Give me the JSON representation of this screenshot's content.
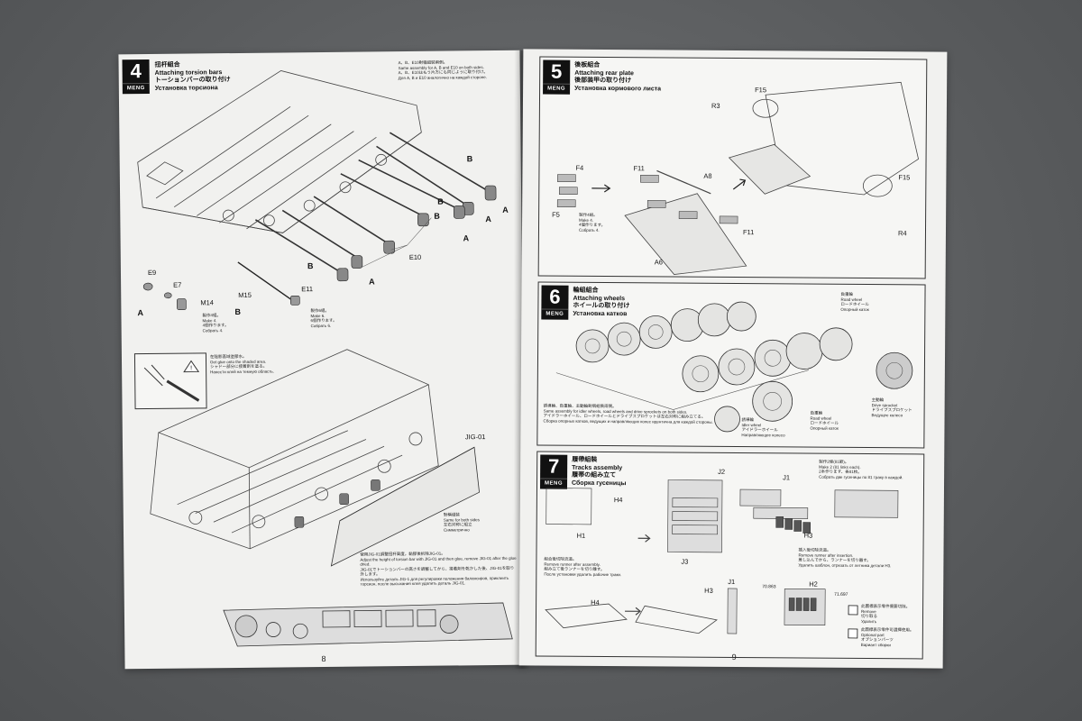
{
  "booklet": {
    "brand": "MENG",
    "left_page_number": "8",
    "right_page_number": "9"
  },
  "steps": [
    {
      "number": "4",
      "titles": [
        "扭杆組合",
        "Attaching torsion bars",
        "トーションバーの取り付け",
        "Установка торсиона"
      ],
      "note_top": [
        "A、B、E10對稱組裝兩側。",
        "Same assembly for A, B and E10 on both sides.",
        "A、B、E10はもう片方にも同じように取り付け。",
        "Для A, B и E10 аналогично на каждой стороне."
      ],
      "labels": [
        "B",
        "B",
        "B",
        "A",
        "A",
        "A",
        "B",
        "A",
        "E10",
        "E9",
        "E7",
        "M14",
        "A",
        "M15",
        "B",
        "E11",
        "JIG-01"
      ],
      "make_note_1": [
        "製作4組。",
        "Make 4.",
        "4個作ります。",
        "Собрать 4."
      ],
      "make_note_2": [
        "製作6組。",
        "Make 6.",
        "6個作ります。",
        "Собрать 6."
      ],
      "glue_note": [
        "在陰影區域塗膠水。",
        "Get glue onto the shaded area.",
        "シャドー部分に接着剤を塗る。",
        "Нанести клей на темную область."
      ],
      "both_sides_note": [
        "對稱組裝",
        "Same for both sides",
        "左右対称に組立",
        "Симметрично"
      ],
      "jig_note": [
        "使用JIG-01調整扭杆高度，黏膠後拆除JIG-01。",
        "Adjust the height of torsion bar with JIG-01 and then glue, remove JIG-01 after the glue dried.",
        "JIG-01でトーションバーの高さを調整してから、接着剤を乾かした後、JIG-01を取り外します。",
        "Используйте деталь JIG-1 для регулировки положения балансиров, приклеить торсион, после высыхания клея удалить деталь JIG-01."
      ]
    },
    {
      "number": "5",
      "titles": [
        "後板組合",
        "Attaching rear plate",
        "後部装甲の取り付け",
        "Установка кормового листа"
      ],
      "labels": [
        "F15",
        "R3",
        "F4",
        "F5",
        "F11",
        "A8",
        "F15",
        "F11",
        "A6",
        "R4"
      ],
      "make_note": [
        "製作4組。",
        "Make 4.",
        "4個作ります。",
        "Собрать 4."
      ]
    },
    {
      "number": "6",
      "titles": [
        "輪組組合",
        "Attaching wheels",
        "ホイールの取り付け",
        "Установка катков"
      ],
      "road_wheel": [
        "負重輪",
        "Road wheel",
        "ロードホイール",
        "Опорный каток"
      ],
      "idler_wheel": [
        "誘導輪",
        "Idler wheel",
        "アイドラーホイール",
        "Направляющее колесо"
      ],
      "drive_sprocket": [
        "主動輪",
        "Drive sprocket",
        "ドライブスプロケット",
        "Ведущее колесо"
      ],
      "sides_note": [
        "誘導輪、負重輪、主動輪對稱組裝兩側。",
        "Same assembly for idler wheels, road wheels and drive sprockets on both sides.",
        "アイドラーホイール、ロードホイールとドライブスプロケットは左右対称に組み立てる。",
        "Сборка опорных катков, ведущих и направляющих колес идентична для каждой стороны."
      ]
    },
    {
      "number": "7",
      "titles": [
        "履帶組裝",
        "Tracks assembly",
        "履帯の組み立て",
        "Сборка гусеницы"
      ],
      "labels": [
        "H4",
        "H1",
        "J2",
        "J1",
        "H3",
        "J3",
        "J1",
        "H3",
        "H4",
        "H2"
      ],
      "make_note": [
        "製作2條(81節)。",
        "Make 2 (81 links each).",
        "2本作ります、各81枚。",
        "Собрать две гусеницы по 81 траку в каждой."
      ],
      "runner_note": [
        "組合後切除流道。",
        "Remove runner after assembly.",
        "組み立て後ランナーを切り離す。",
        "После установки удалить рабочие траки."
      ],
      "insert_note": [
        "插入後切除流道。",
        "Remove runner after insertion.",
        "差し込んでから、ランナーを切り離す。",
        "Удалить шаблон, отрезать от летника детали H3."
      ],
      "dim_left": "70.863",
      "dim_right": "71.697",
      "legend_remove": [
        "此圖標表示零件需要切除。",
        "Remove",
        "切り取る",
        "Удалить"
      ],
      "legend_optional": [
        "此圖標表示零件可選擇使用。",
        "Optional part",
        "オプションパーツ",
        "Вариант сборки"
      ]
    }
  ]
}
